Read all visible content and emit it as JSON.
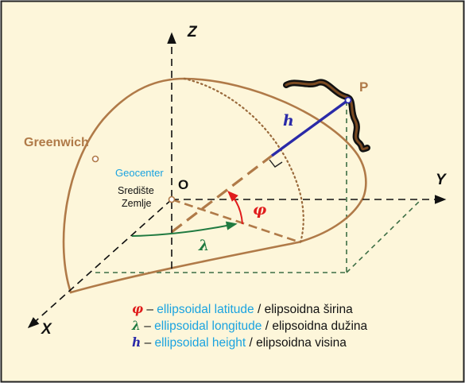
{
  "colors": {
    "background": "#fdf6da",
    "border": "#222222",
    "ellipsoid": "#b07a48",
    "axis": "#111111",
    "height": "#2a2aa8",
    "latitude": "#e01c1c",
    "longitude": "#1f7a40",
    "dashed_green": "#3d6e45",
    "english_term": "#1aa3e0"
  },
  "axes": {
    "z": "Z",
    "y": "Y",
    "x": "X"
  },
  "labels": {
    "origin": "O",
    "greenwich": "Greenwich",
    "geocenter": "Geocenter",
    "center_line1": "Središte",
    "center_line2": "Zemlje",
    "point": "P",
    "height_symbol": "h",
    "latitude_symbol": "φ",
    "longitude_symbol": "λ"
  },
  "legend": [
    {
      "symbol": "φ",
      "english": "ellipsoidal latitude",
      "local": "elipsoidna širina",
      "color": "#e01c1c"
    },
    {
      "symbol": "λ",
      "english": "ellipsoidal longitude",
      "local": "elipsoidna dužina",
      "color": "#1f7a40"
    },
    {
      "symbol": "h",
      "english": "ellipsoidal height",
      "local": "elipsoidna visina",
      "color": "#2a2aa8"
    }
  ],
  "legend_dash": "–",
  "legend_sep": "/"
}
